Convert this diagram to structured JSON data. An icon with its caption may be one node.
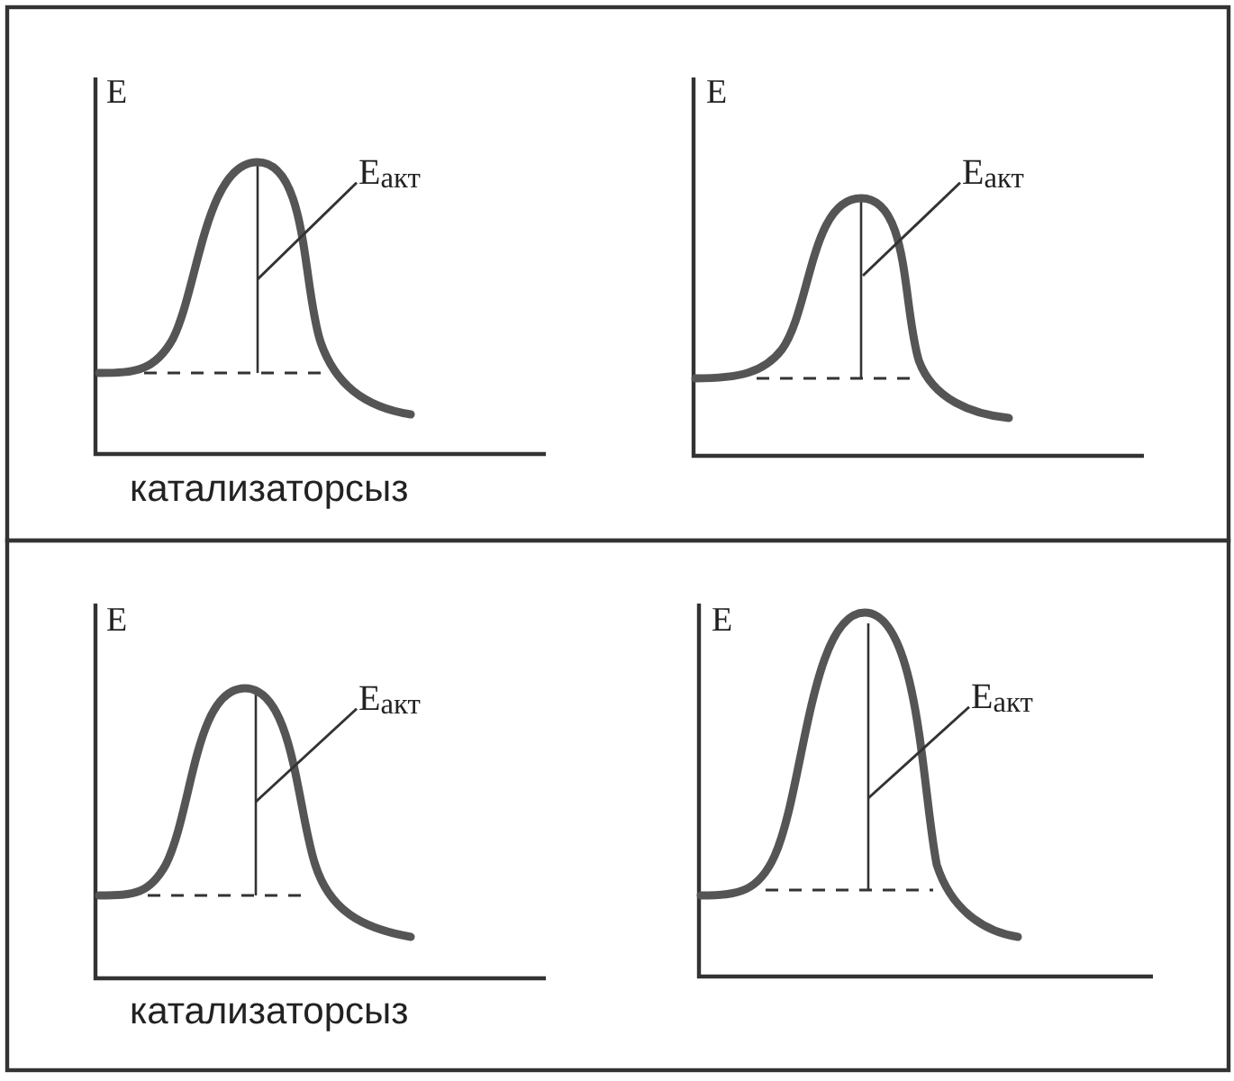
{
  "diagram": {
    "nodes": [
      {
        "text": [
          "E$_{акт}$"
        ]
      },
      {
        "text": [
          "E$_{акт}$"
        ]
      },
      {
        "text": [
          "E$_{акт}$"
        ]
      },
      {
        "text": [
          "E$_{акт}$"
        ]
      }
    ],
    "edges": [
      {
        "from": 0,
        "to": null,
        "arrow": "none"
      },
      {
        "from": 1,
        "to": null,
        "arrow": "none"
      },
      {
        "from": 2,
        "to": null,
        "arrow": "none"
      },
      {
        "from": 3,
        "to": null,
        "arrow": "none"
      }
    ],
    "labels": [
      "E",
      "E",
      "катализаторсыз",
      "E",
      "E",
      "катализаторсыз"
    ]
  }
}
